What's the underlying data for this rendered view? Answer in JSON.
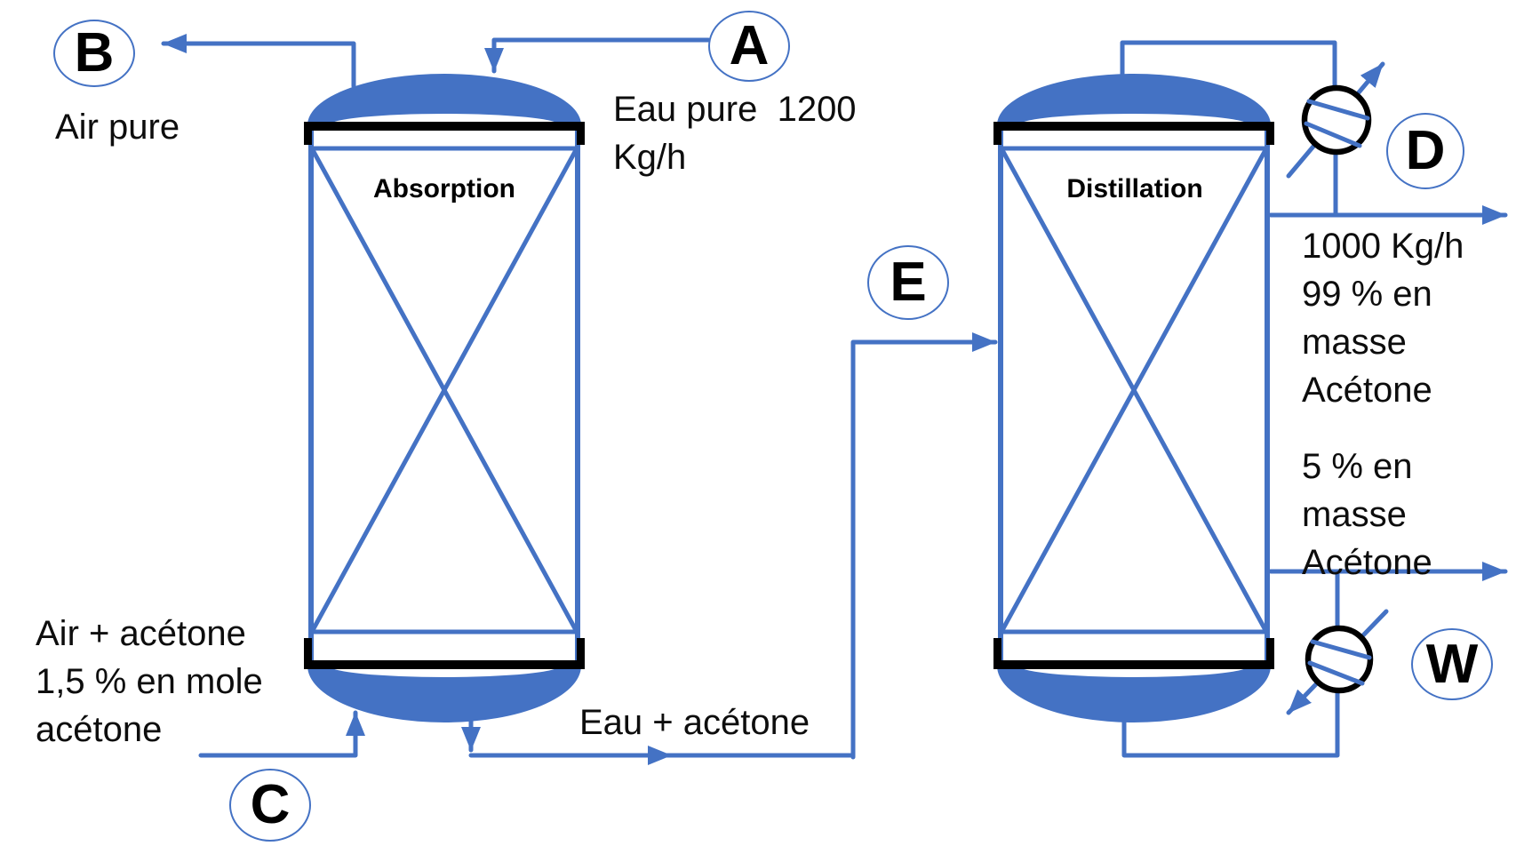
{
  "colors": {
    "line": "#4472C4",
    "band": "#000000",
    "text": "#0d0d0d",
    "background": "#ffffff"
  },
  "absorber": {
    "label": "Absorption"
  },
  "distillation_column": {
    "label": "Distillation"
  },
  "streams": {
    "a": {
      "tag": "A",
      "label": "Eau pure  1200\nKg/h"
    },
    "b": {
      "tag": "B",
      "label": "Air pure"
    },
    "c": {
      "tag": "C",
      "label": "Air + acétone\n1,5 % en mole\nacétone"
    },
    "e": {
      "tag": "E",
      "label": "Eau + acétone"
    },
    "d": {
      "tag": "D",
      "label": "1000 Kg/h\n99 % en\nmasse\nAcétone"
    },
    "w": {
      "tag": "W",
      "label": "5 % en\nmasse\nAcétone"
    }
  }
}
